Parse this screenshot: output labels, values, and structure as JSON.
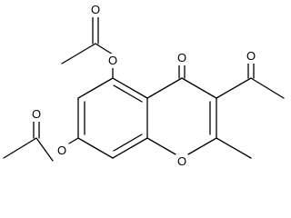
{
  "molecule": {
    "atoms": {
      "ring_oxygen": "O",
      "keto_oxygen": "O",
      "acetyl_oxygen": "O",
      "ester5_oxygen": "O",
      "ester5_carbonyl_oxygen": "O",
      "ester7_oxygen": "O",
      "ester7_carbonyl_oxygen": "O"
    }
  }
}
